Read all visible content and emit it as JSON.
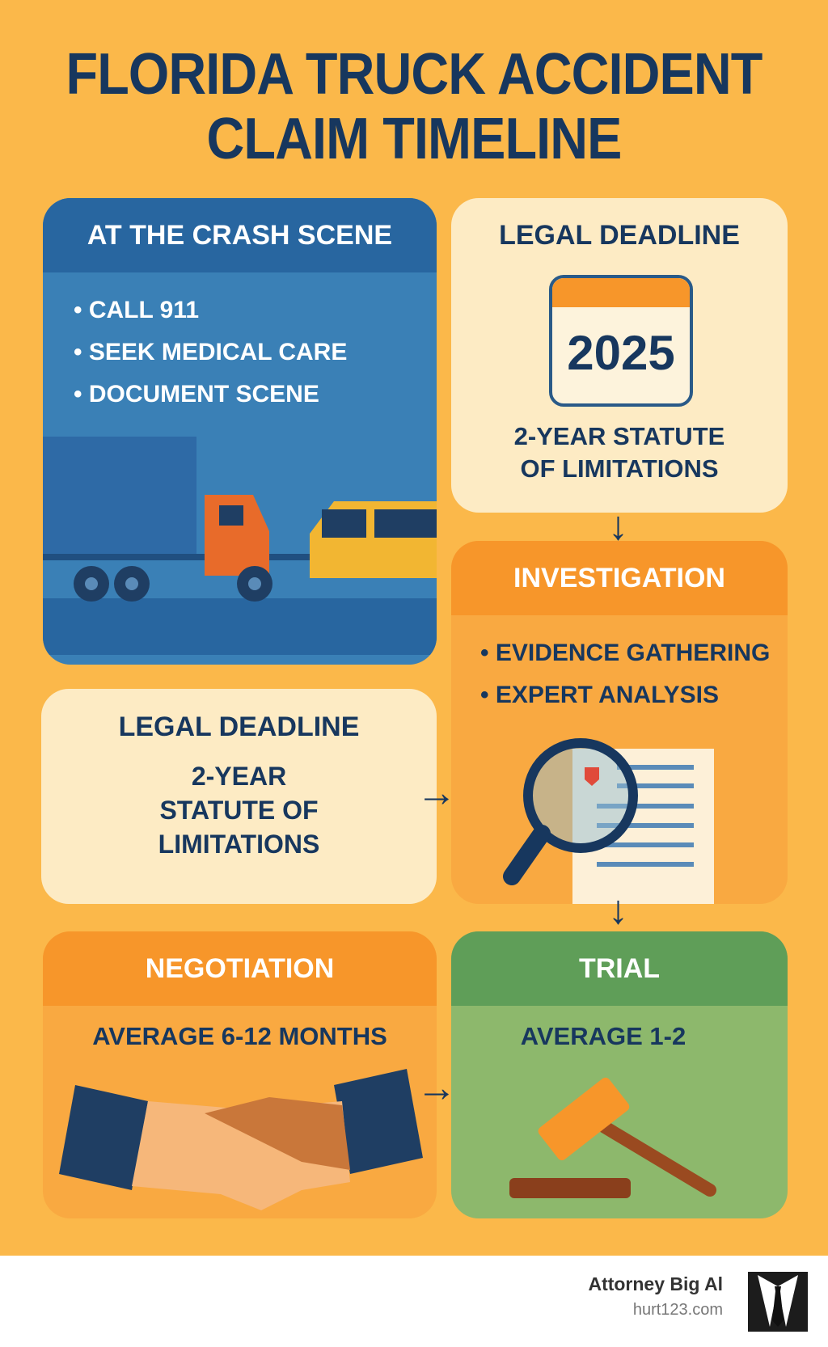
{
  "title": {
    "line1": "FLORIDA TRUCK ACCIDENT",
    "line2": "CLAIM TIMELINE"
  },
  "crash_scene": {
    "heading": "AT THE CRASH SCENE",
    "items": [
      "CALL 911",
      "SEEK MEDICAL CARE",
      "DOCUMENT SCENE"
    ]
  },
  "legal_deadline_top": {
    "heading": "LEGAL DEADLINE",
    "calendar_year": "2025",
    "text_line1": "2-YEAR STATUTE",
    "text_line2": "OF LIMITATIONS"
  },
  "investigation": {
    "heading": "INVESTIGATION",
    "items": [
      "EVIDENCE GATHERING",
      "EXPERT ANALYSIS"
    ]
  },
  "legal_deadline_left": {
    "heading": "LEGAL DEADLINE",
    "text_line1": "2-YEAR",
    "text_line2": "STATUTE OF",
    "text_line3": "LIMITATIONS"
  },
  "negotiation": {
    "heading": "NEGOTIATION",
    "text": "AVERAGE 6-12 MONTHS"
  },
  "trial": {
    "heading": "TRIAL",
    "text": "AVERAGE 1-2"
  },
  "footer": {
    "brand": "Attorney Big Al",
    "url": "hurt123.com",
    "logo_icon": "suit-tie-icon"
  },
  "colors": {
    "background": "#fbb84a",
    "navy": "#17375e",
    "blue": "#2f6fa8",
    "cream": "#fdebc4",
    "orange": "#f7962a",
    "green": "#7fb268"
  }
}
